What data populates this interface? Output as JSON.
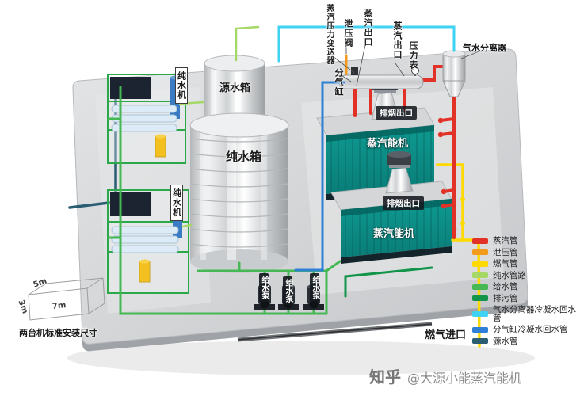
{
  "labels": {
    "steam_pressure_transmitter": "蒸汽压力变送器",
    "relief_valve": "泄压阀",
    "steam_outlet_a": "蒸汽出口",
    "steam_outlet_b": "蒸汽出口",
    "pressure_gauge": "压力表",
    "gas_water_separator": "气水分离器",
    "gas_distribution_cylinder": "分气缸",
    "source_water_tank": "源水箱",
    "pure_water_tank": "纯水箱",
    "pure_water_machine_upper": "纯水机",
    "pure_water_machine_lower": "纯水机",
    "smoke_outlet_a": "排烟出口",
    "smoke_outlet_b": "排烟出口",
    "steam_machine_a": "蒸汽能机",
    "steam_machine_b": "蒸汽能机",
    "feed_pump_1": "给水泵",
    "feed_pump_2": "给水泵",
    "feed_pump_3": "给水泵",
    "gas_inlet": "燃气进口",
    "installation_note": "两台机标准安装尺寸",
    "dim_width": "7m",
    "dim_depth": "5m",
    "dim_height": "3m"
  },
  "legend": {
    "items": [
      {
        "label": "蒸汽管",
        "color": "#e23227"
      },
      {
        "label": "泄压管",
        "color": "#f29b1d"
      },
      {
        "label": "燃气管",
        "color": "#ffd903"
      },
      {
        "label": "纯水管路",
        "color": "#a5d867"
      },
      {
        "label": "给水管",
        "color": "#45b854"
      },
      {
        "label": "排污管",
        "color": "#12944a"
      },
      {
        "label": "气水分离器冷凝水回水管",
        "color": "#3fd2f2"
      },
      {
        "label": "分气缸冷凝水回水管",
        "color": "#2e7fd6"
      },
      {
        "label": "源水管",
        "color": "#2b5d73"
      }
    ]
  },
  "watermark": {
    "brand": "知乎",
    "handle": "@大源小能蒸汽能机"
  }
}
